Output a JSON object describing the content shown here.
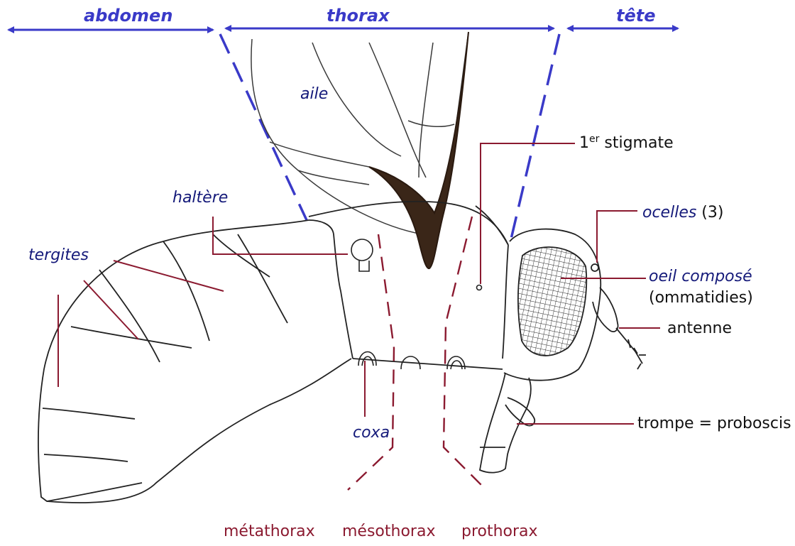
{
  "regions": {
    "abdomen": "abdomen",
    "thorax": "thorax",
    "head": "tête"
  },
  "labels": {
    "wing": "aile",
    "haltere": "haltère",
    "tergites": "tergites",
    "spiracle_prefix": "1",
    "spiracle_sup": "er",
    "spiracle_text": " stigmate",
    "ocelli": "ocelles",
    "ocelli_count": " (3)",
    "compound_eye": "oeil composé",
    "ommatidia": "(ommatidies)",
    "antenna": "antenne",
    "coxa": "coxa",
    "proboscis": "trompe = proboscis"
  },
  "segments": {
    "metathorax": "métathorax",
    "mesothorax": "mésothorax",
    "prothorax": "prothorax"
  },
  "colors": {
    "region_blue": "#3a3ac8",
    "label_navy": "#151a7a",
    "leader_red": "#8b1a30"
  }
}
